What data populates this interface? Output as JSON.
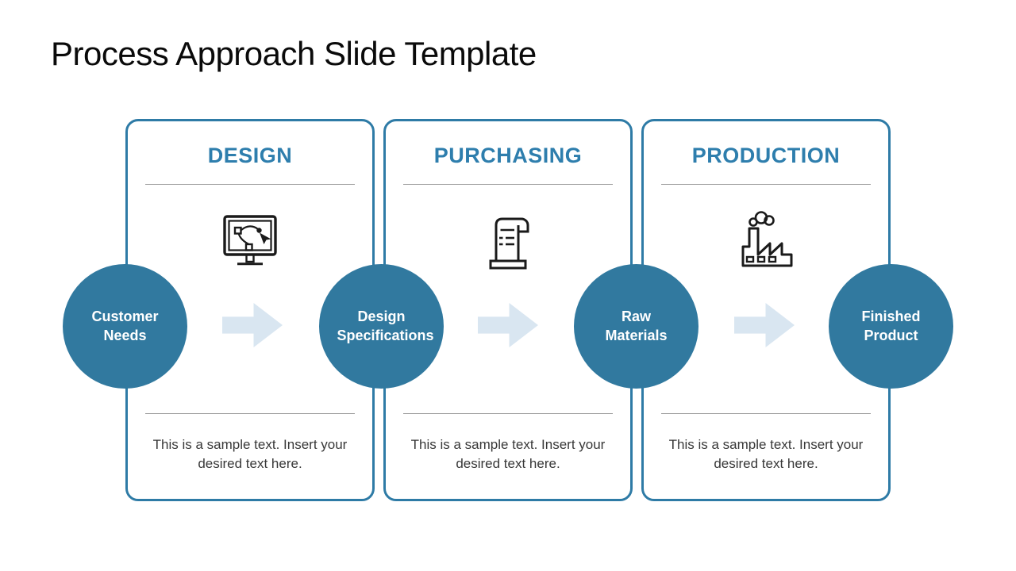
{
  "slide": {
    "title": "Process Approach Slide Template"
  },
  "cards": [
    {
      "header": "DESIGN",
      "icon": "design-monitor-icon",
      "body": "This is a sample text. Insert your desired text here."
    },
    {
      "header": "PURCHASING",
      "icon": "purchase-scroll-icon",
      "body": "This is a sample text. Insert your desired text here."
    },
    {
      "header": "PRODUCTION",
      "icon": "factory-icon",
      "body": "This is a sample text. Insert your desired text here."
    }
  ],
  "circles": [
    {
      "label": "Customer Needs"
    },
    {
      "label": "Design Specifications"
    },
    {
      "label": "Raw Materials"
    },
    {
      "label": "Finished Product"
    }
  ],
  "arrows": {
    "icon": "right-arrow-icon"
  },
  "colors": {
    "accent_blue": "#31799F",
    "border_blue": "#2E7BA6",
    "header_blue": "#2E7EAD",
    "arrow_blue": "#D9E6F1",
    "divider_gray": "#A0A0A0",
    "body_text": "#383838",
    "title_text": "#0A0A0A",
    "icon_stroke": "#1A1A1A",
    "circle_text": "#FFFFFF",
    "background": "#FFFFFF"
  }
}
